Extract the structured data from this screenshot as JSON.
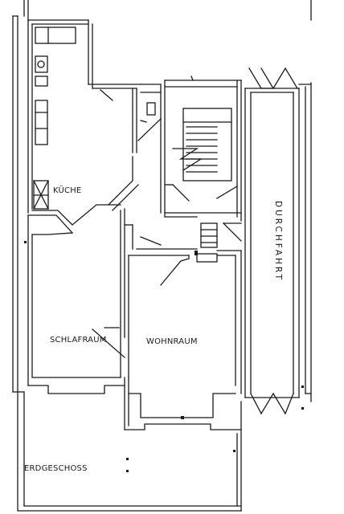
{
  "rooms": {
    "kitchen": "KÜCHE",
    "bedroom": "SCHLAFRAUM",
    "living": "WOHNRAUM",
    "passage": "DURCHFAHRT"
  },
  "floor_label": "ERDGESCHOSS",
  "colors": {
    "ink": "#1a1a1a",
    "paper": "#ffffff"
  }
}
